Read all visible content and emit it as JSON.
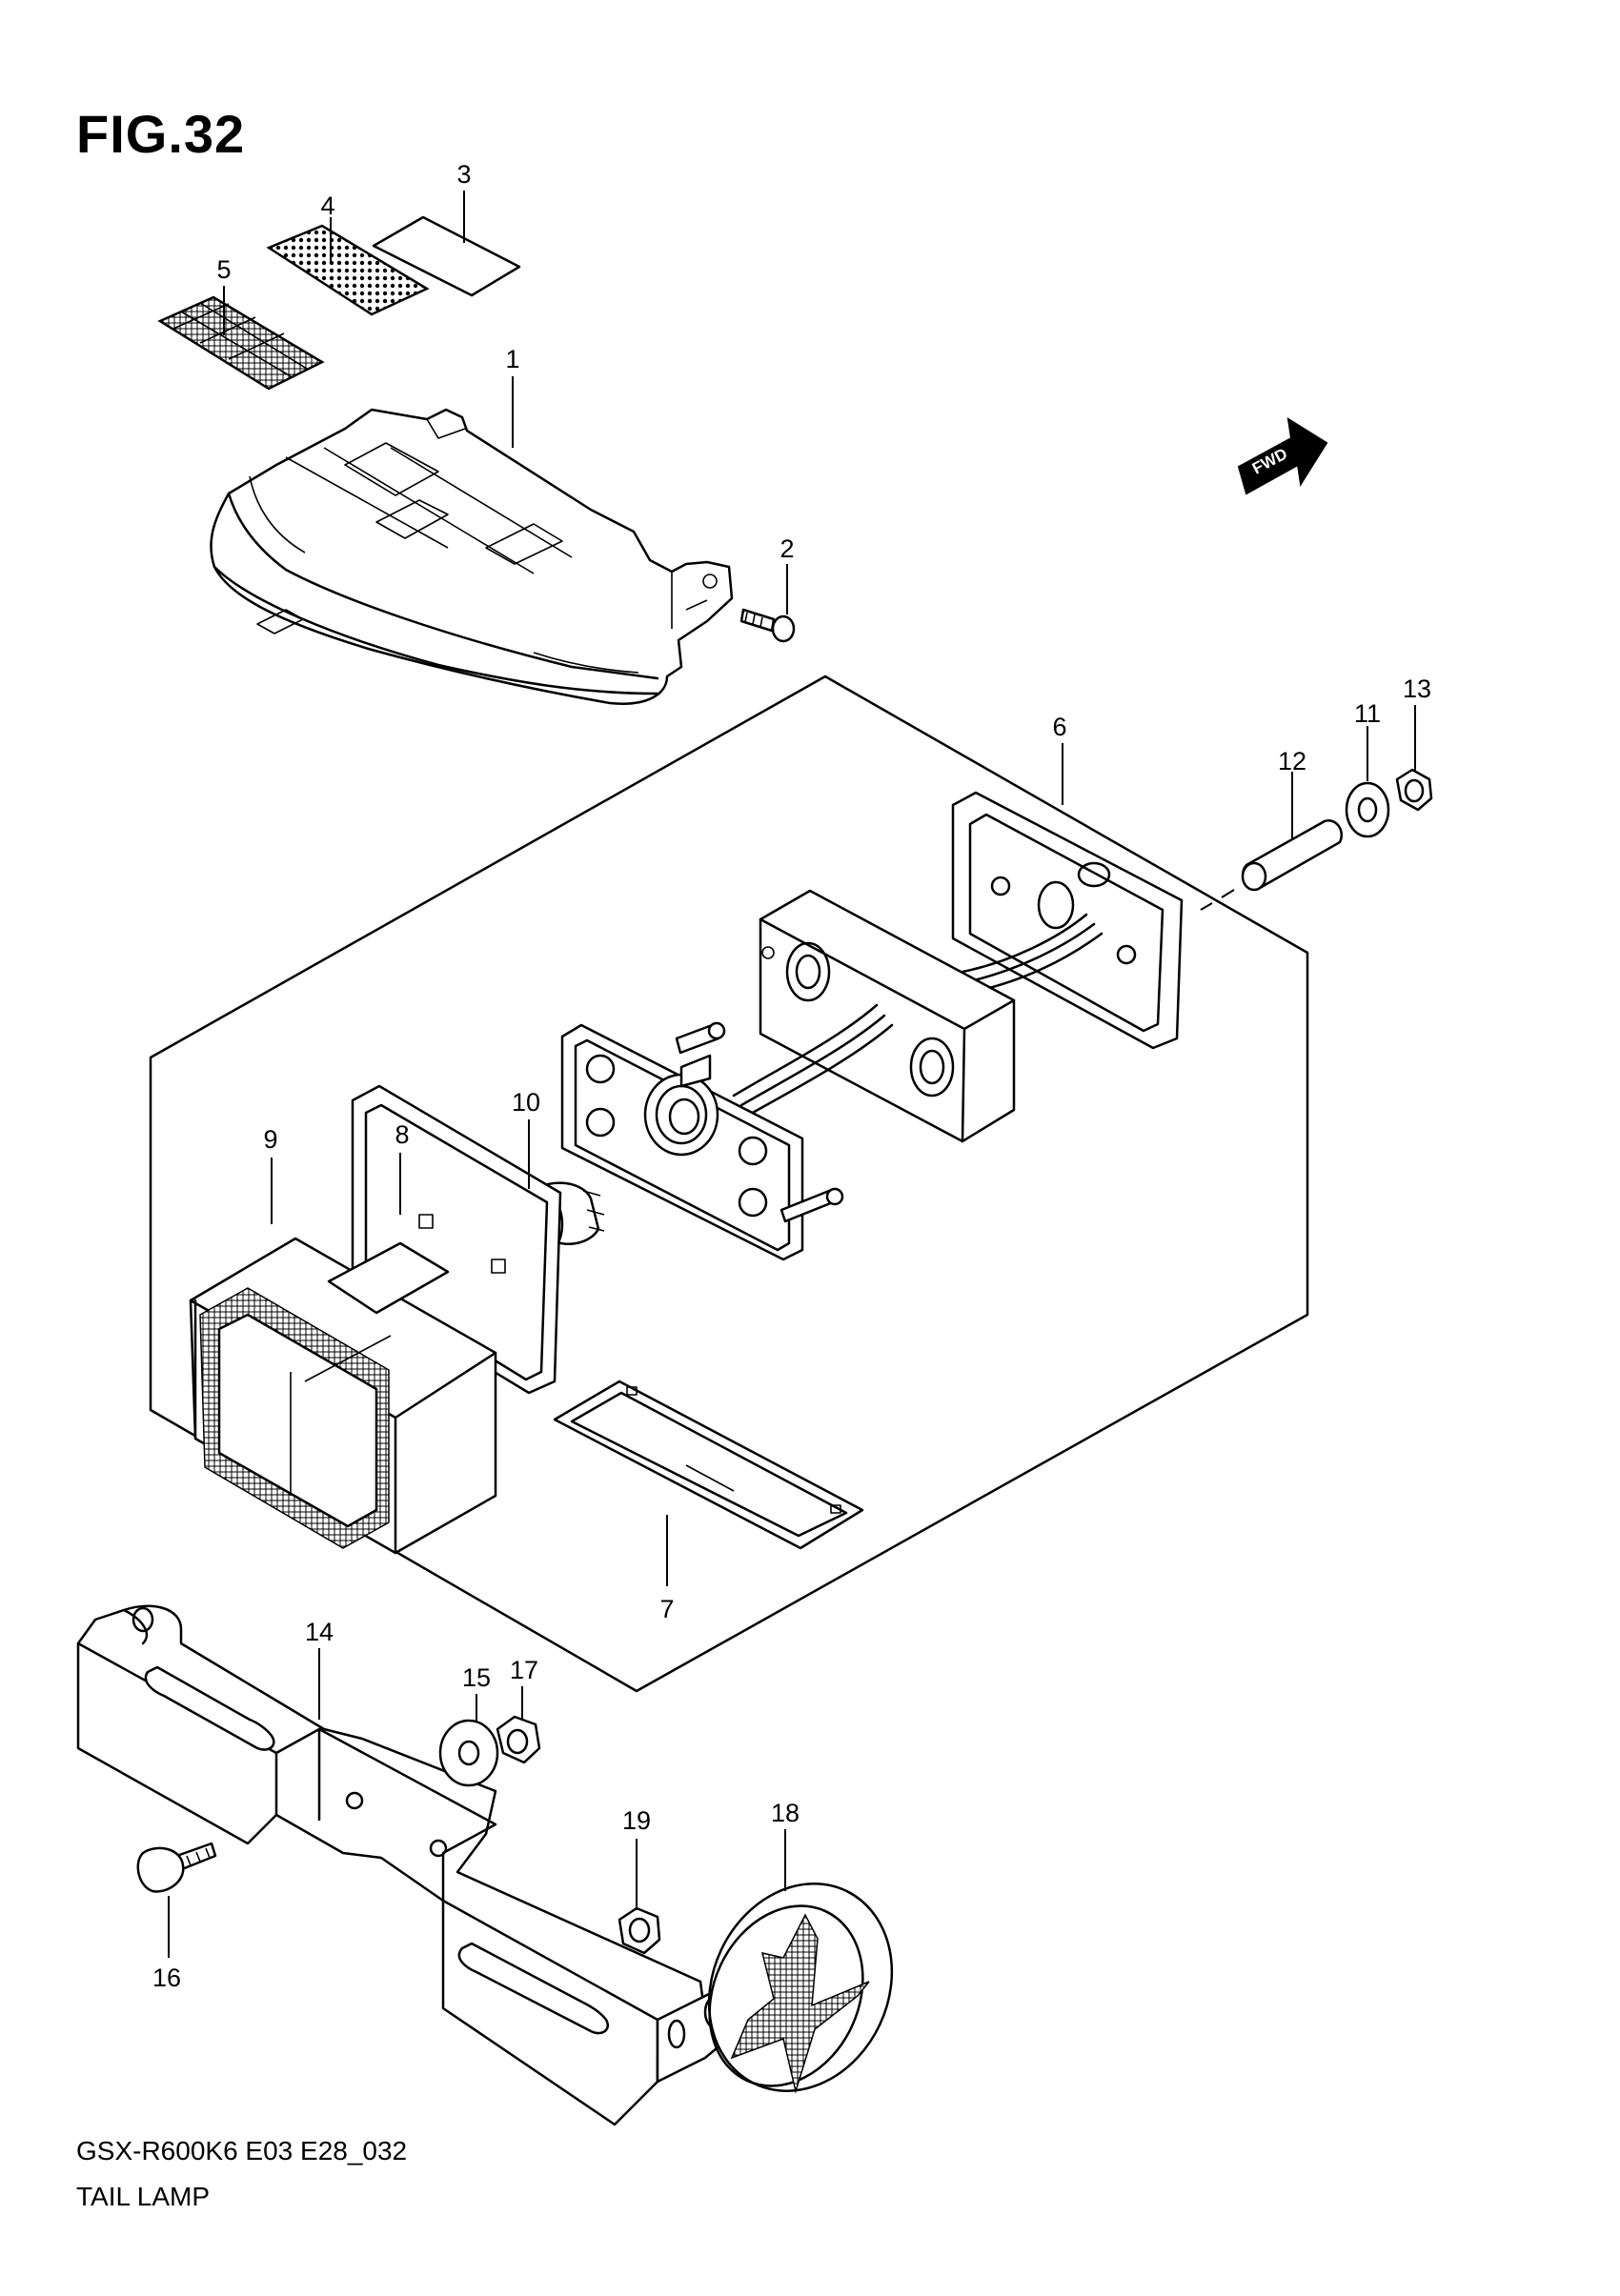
{
  "figure": {
    "title": "FIG.32"
  },
  "footer": {
    "model_code": "GSX-R600K6 E03 E28_032",
    "caption": "TAIL LAMP"
  },
  "direction_marker": {
    "label": "FWD"
  },
  "callouts": [
    {
      "id": "p1",
      "label": "1"
    },
    {
      "id": "p2",
      "label": "2"
    },
    {
      "id": "p3",
      "label": "3"
    },
    {
      "id": "p4",
      "label": "4"
    },
    {
      "id": "p5",
      "label": "5"
    },
    {
      "id": "p6",
      "label": "6"
    },
    {
      "id": "p7",
      "label": "7"
    },
    {
      "id": "p8",
      "label": "8"
    },
    {
      "id": "p9",
      "label": "9"
    },
    {
      "id": "p10",
      "label": "10"
    },
    {
      "id": "p11",
      "label": "11"
    },
    {
      "id": "p12",
      "label": "12"
    },
    {
      "id": "p13",
      "label": "13"
    },
    {
      "id": "p14",
      "label": "14"
    },
    {
      "id": "p15",
      "label": "15"
    },
    {
      "id": "p16",
      "label": "16"
    },
    {
      "id": "p17",
      "label": "17"
    },
    {
      "id": "p18",
      "label": "18"
    },
    {
      "id": "p19",
      "label": "19"
    }
  ]
}
